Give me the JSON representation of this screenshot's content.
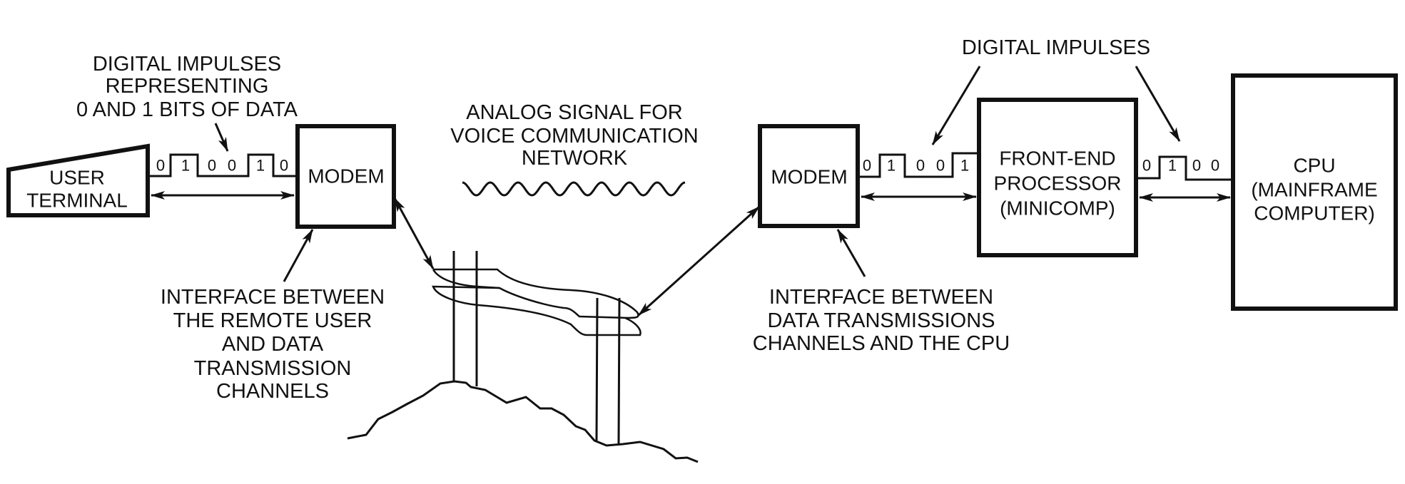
{
  "labels": {
    "bits_caption": [
      "DIGITAL IMPULSES",
      "REPRESENTING",
      "0 AND 1 BITS OF DATA"
    ],
    "analog_caption": [
      "ANALOG SIGNAL FOR",
      "VOICE COMMUNICATION",
      "NETWORK"
    ],
    "digital_impulses": "DIGITAL IMPULSES",
    "interface_remote": [
      "INTERFACE BETWEEN",
      "THE REMOTE USER",
      "AND DATA",
      "TRANSMISSION",
      "CHANNELS"
    ],
    "interface_cpu": [
      "INTERFACE BETWEEN",
      "DATA TRANSMISSIONS",
      "CHANNELS AND THE CPU"
    ]
  },
  "blocks": {
    "user_terminal": [
      "USER",
      "TERMINAL"
    ],
    "modem_left": "MODEM",
    "modem_right": "MODEM",
    "front_end": [
      "FRONT-END",
      "PROCESSOR",
      "(MINICOMP)"
    ],
    "cpu": [
      "CPU",
      "(MAINFRAME",
      "COMPUTER)"
    ]
  },
  "bit_streams": {
    "terminal_to_modem": [
      "0",
      "1",
      "0",
      "0",
      "1",
      "0"
    ],
    "modem_to_frontend": [
      "0",
      "1",
      "0",
      "0",
      "1"
    ],
    "frontend_to_cpu": [
      "0",
      "1",
      "0",
      "0"
    ]
  }
}
